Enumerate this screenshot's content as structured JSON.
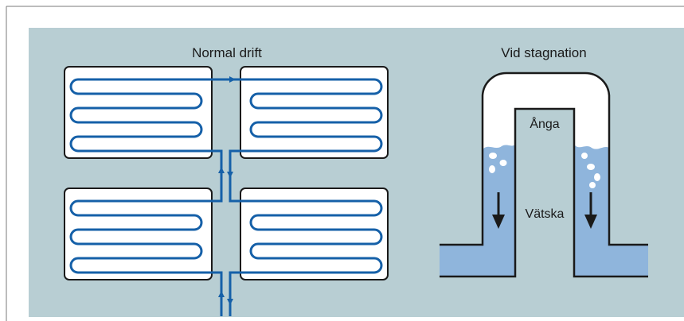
{
  "panels": {
    "normal": {
      "title": "Normal drift"
    },
    "stagnation": {
      "title": "Vid stagnation",
      "vapor_label": "Ånga",
      "liquid_label": "Vätska"
    }
  },
  "colors": {
    "background": "#b8ced3",
    "border": "#7a7a7a",
    "pipe": "#1560a8",
    "liquid": "#8fb5dc",
    "collector_fill": "#ffffff",
    "outline": "#1a1a1a"
  }
}
